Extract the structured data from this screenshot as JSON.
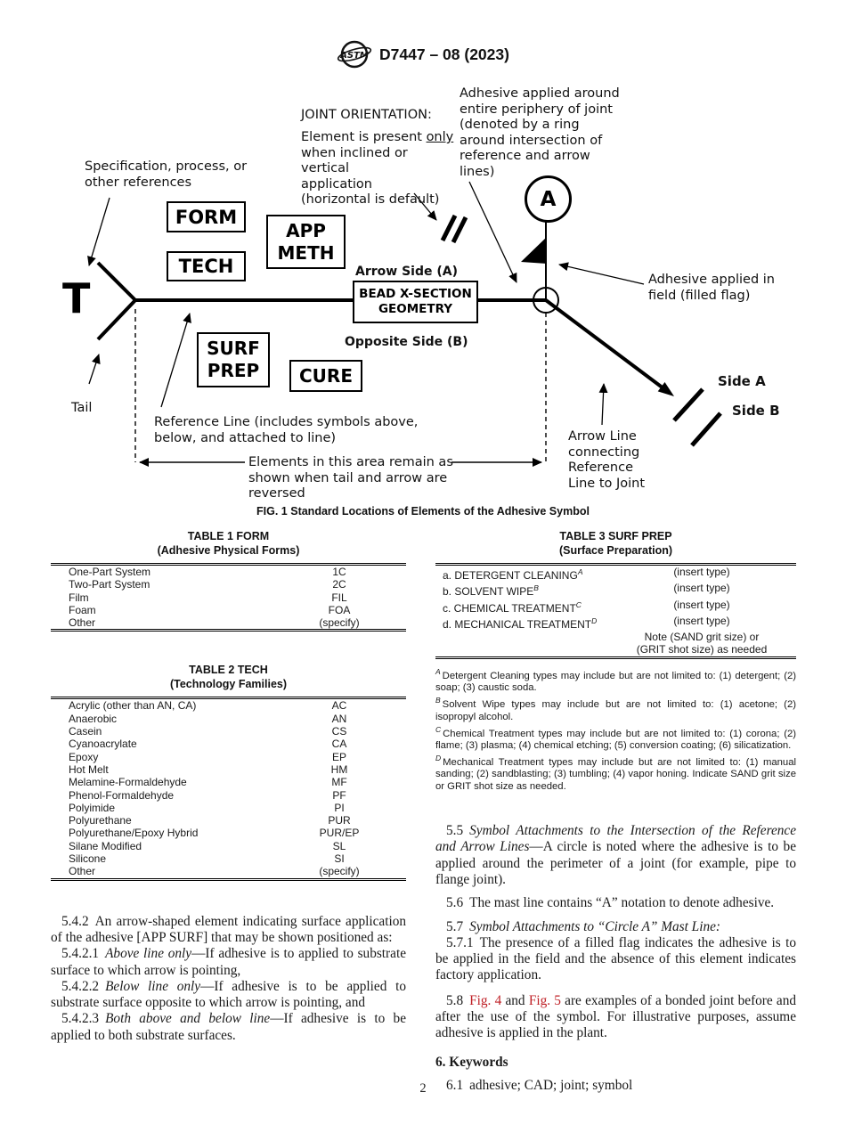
{
  "colors": {
    "link_red": "#bf2026",
    "ink": "#1a1a1a"
  },
  "header": {
    "title": "D7447 – 08 (2023)",
    "logo_text": "ASTM"
  },
  "figure": {
    "caption": "FIG. 1 Standard Locations of Elements of the Adhesive Symbol",
    "boxes": {
      "form": "FORM",
      "tech": "TECH",
      "app_meth": "APP\nMETH",
      "bead": "BEAD X-SECTION\nGEOMETRY",
      "surf_prep": "SURF\nPREP",
      "cure": "CURE"
    },
    "labels": {
      "spec_refs": "Specification, process, or\nother references",
      "joint_orientation_title": "JOINT ORIENTATION:",
      "joint_orientation_pre": "Element is present ",
      "joint_orientation_only": "only",
      "joint_orientation_post": "\nwhen inclined or vertical\napplication\n(horizontal is default)",
      "periphery": "Adhesive applied around\nentire periphery of joint\n(denoted by a ring\naround intersection of\nreference and arrow\nlines)",
      "arrow_side": "Arrow Side (A)",
      "opposite_side": "Opposite Side (B)",
      "field_flag": "Adhesive applied in\nfield (filled flag)",
      "side_a": "Side A",
      "side_b": "Side B",
      "arrow_line": "Arrow Line\nconnecting\nReference\nLine to Joint",
      "reference_line": "Reference Line (includes symbols above,\nbelow, and attached to line)",
      "elements_area": "Elements in this area remain as\nshown when tail and arrow are\nreversed",
      "tail": "Tail",
      "t_letter": "T",
      "mast_a": "A"
    }
  },
  "tables": {
    "t1": {
      "title": "TABLE 1 FORM",
      "subtitle": "(Adhesive Physical Forms)",
      "rows": [
        {
          "name": "One-Part System",
          "code": "1C"
        },
        {
          "name": "Two-Part System",
          "code": "2C"
        },
        {
          "name": "Film",
          "code": "FIL"
        },
        {
          "name": "Foam",
          "code": "FOA"
        },
        {
          "name": "Other",
          "code": "(specify)"
        }
      ]
    },
    "t2": {
      "title": "TABLE 2 TECH",
      "subtitle": "(Technology Families)",
      "rows": [
        {
          "name": "Acrylic (other than AN, CA)",
          "code": "AC"
        },
        {
          "name": "Anaerobic",
          "code": "AN"
        },
        {
          "name": "Casein",
          "code": "CS"
        },
        {
          "name": "Cyanoacrylate",
          "code": "CA"
        },
        {
          "name": "Epoxy",
          "code": "EP"
        },
        {
          "name": "Hot Melt",
          "code": "HM"
        },
        {
          "name": "Melamine-Formaldehyde",
          "code": "MF"
        },
        {
          "name": "Phenol-Formaldehyde",
          "code": "PF"
        },
        {
          "name": "Polyimide",
          "code": "PI"
        },
        {
          "name": "Polyurethane",
          "code": "PUR"
        },
        {
          "name": "Polyurethane/Epoxy Hybrid",
          "code": "PUR/EP"
        },
        {
          "name": "Silane Modified",
          "code": "SL"
        },
        {
          "name": "Silicone",
          "code": "SI"
        },
        {
          "name": "Other",
          "code": "(specify)"
        }
      ]
    },
    "t3": {
      "title": "TABLE 3 SURF PREP",
      "subtitle": "(Surface Preparation)",
      "rows": [
        {
          "label": "a. DETERGENT CLEANING",
          "sup": "A",
          "value": "(insert type)"
        },
        {
          "label": "b. SOLVENT WIPE",
          "sup": "B",
          "value": "(insert type)"
        },
        {
          "label": "c. CHEMICAL TREATMENT",
          "sup": "C",
          "value": "(insert type)"
        },
        {
          "label": "d. MECHANICAL TREATMENT",
          "sup": "D",
          "value": "(insert type)"
        },
        {
          "label": "",
          "sup": "",
          "value": "Note (SAND grit size) or"
        },
        {
          "label": "",
          "sup": "",
          "value": "(GRIT shot size) as needed"
        }
      ],
      "footnotes": [
        {
          "sup": "A",
          "text": "Detergent Cleaning types may include but are not limited to: (1) detergent; (2) soap; (3) caustic soda."
        },
        {
          "sup": "B",
          "text": "Solvent Wipe types may include but are not limited to: (1) acetone; (2) isopropyl alcohol."
        },
        {
          "sup": "C",
          "text": "Chemical Treatment types may include but are not limited to: (1) corona; (2) flame; (3) plasma; (4) chemical etching; (5) conversion coating; (6) silicatization."
        },
        {
          "sup": "D",
          "text": "Mechanical Treatment types may include but are not limited to: (1) manual sanding; (2) sandblasting; (3) tumbling; (4) vapor honing. Indicate SAND grit size or GRIT shot size as needed."
        }
      ]
    }
  },
  "body_left": {
    "p542": {
      "num": "5.4.2",
      "text": "An arrow-shaped element indicating surface application of the adhesive [APP SURF] that may be shown positioned as:"
    },
    "p5421": {
      "num": "5.4.2.1",
      "it": "Above line only",
      "rest": "—If adhesive is to applied to substrate surface to which arrow is pointing,"
    },
    "p5422": {
      "num": "5.4.2.2",
      "it": "Below line only",
      "rest": "—If adhesive is to be applied to substrate surface opposite to which arrow is pointing, and"
    },
    "p5423": {
      "num": "5.4.2.3",
      "it": "Both above and below line",
      "rest": "—If adhesive is to be applied to both substrate surfaces."
    }
  },
  "body_right": {
    "p55": {
      "num": "5.5",
      "it": "Symbol Attachments to the Intersection of the Reference and Arrow Lines",
      "rest": "—A circle is noted where the adhesive is to be applied around the perimeter of a joint (for example, pipe to flange joint)."
    },
    "p56": {
      "num": "5.6",
      "text": "The mast line contains “A” notation to denote adhesive."
    },
    "p57": {
      "num": "5.7",
      "it": "Symbol Attachments to “Circle A” Mast Line:"
    },
    "p571": {
      "num": "5.7.1",
      "text": "The presence of a filled flag indicates the adhesive is to be applied in the field and the absence of this element indicates factory application."
    },
    "p58": {
      "num": "5.8",
      "fig4": "Fig. 4",
      "mid": " and ",
      "fig5": "Fig. 5",
      "rest": " are examples of a bonded joint before and after the use of the symbol. For illustrative purposes, assume adhesive is applied in the plant."
    },
    "keywords_heading": "6.  Keywords",
    "p61": {
      "num": "6.1",
      "text": "adhesive; CAD; joint; symbol"
    }
  },
  "page_number": "2"
}
